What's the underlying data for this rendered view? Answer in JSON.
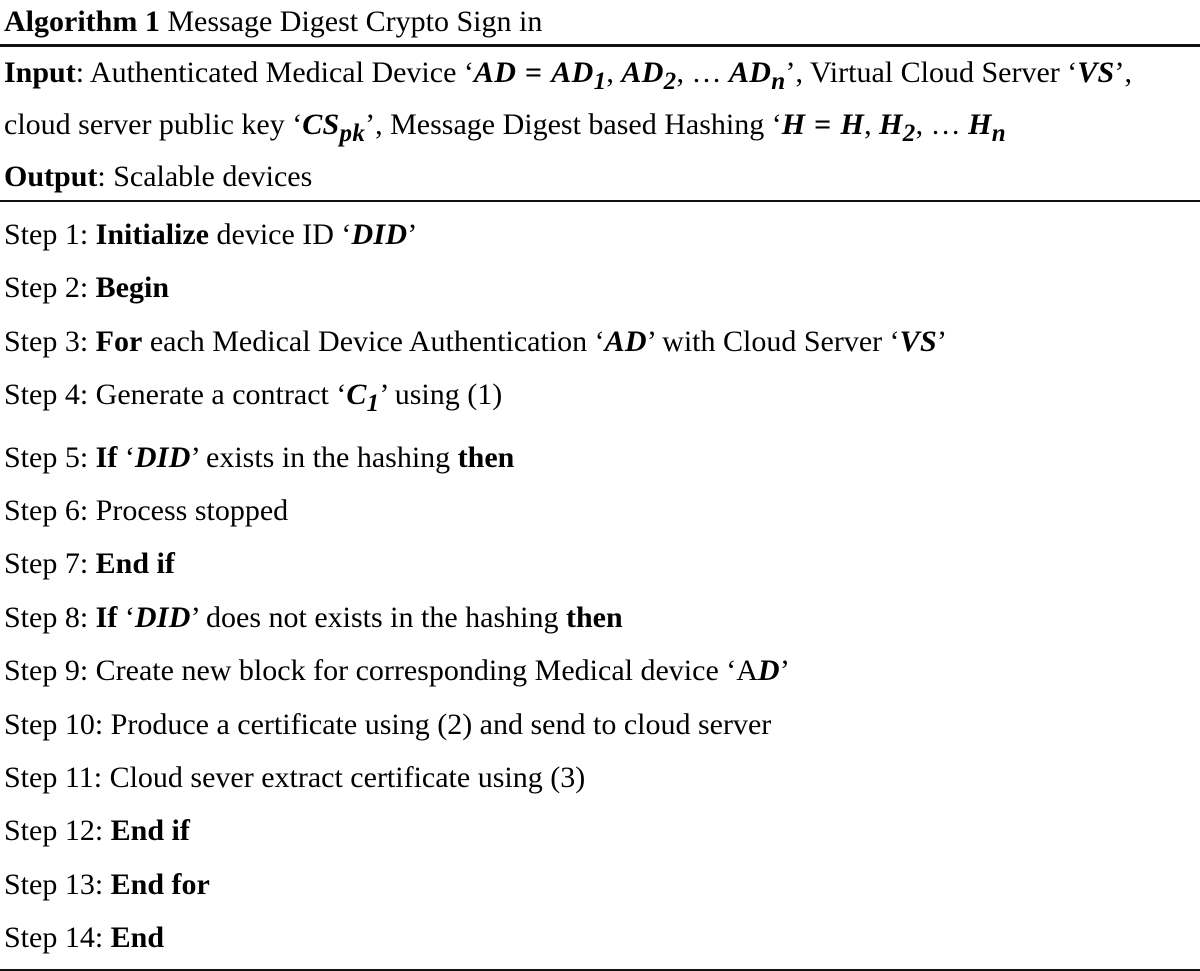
{
  "algorithm": {
    "label": "Algorithm 1",
    "title": "Message Digest Crypto Sign in",
    "io": {
      "input_label": "Input",
      "output_label": "Output",
      "input_line1_a": ": Authenticated Medical Device ‘",
      "input_var_ad": "AD",
      "input_eq": " = ",
      "input_ad1": "AD",
      "input_ad1_sub": "1",
      "input_ad2": "AD",
      "input_ad2_sub": "2",
      "input_adn": "AD",
      "input_adn_sub": "n",
      "input_line1_b": "’, Virtual Cloud Server ‘",
      "input_var_vs": "VS",
      "input_line1_c": "’,",
      "input_line2_a": "cloud server public key ‘",
      "input_var_cs": "CS",
      "input_var_cs_sub": "pk",
      "input_line2_b": "’, Message Digest based Hashing ‘",
      "input_var_h": "H",
      "input_h_eq": " =  ",
      "input_h1": "H",
      "input_h2": "H",
      "input_h2_sub": "2",
      "input_hn": "H",
      "input_hn_sub": "n",
      "output_text": ": Scalable devices"
    },
    "steps": [
      {
        "number": "Step 1:",
        "segments": [
          {
            "text": " Initialize",
            "style": "bold"
          },
          {
            "text": " device ID ‘",
            "style": "normal"
          },
          {
            "text": "DID",
            "style": "math"
          },
          {
            "text": "’",
            "style": "normal"
          }
        ]
      },
      {
        "number": "Step 2:",
        "segments": [
          {
            "text": " Begin",
            "style": "bold"
          }
        ]
      },
      {
        "number": "Step 3:",
        "segments": [
          {
            "text": " For",
            "style": "bold"
          },
          {
            "text": " each Medical Device Authentication ‘",
            "style": "normal"
          },
          {
            "text": "AD",
            "style": "math"
          },
          {
            "text": "’ with Cloud Server ‘",
            "style": "normal"
          },
          {
            "text": "VS",
            "style": "math"
          },
          {
            "text": "’",
            "style": "normal"
          }
        ]
      },
      {
        "number": "Step 4:",
        "segments": [
          {
            "text": " Generate a contract ‘",
            "style": "normal"
          },
          {
            "text": "C",
            "style": "math"
          },
          {
            "text": "1",
            "style": "math-sub"
          },
          {
            "text": "’ using (1)",
            "style": "normal"
          }
        ]
      },
      {
        "number": "Step 5:",
        "segments": [
          {
            "text": " If",
            "style": "bold"
          },
          {
            "text": " ‘",
            "style": "normal"
          },
          {
            "text": "DID",
            "style": "math"
          },
          {
            "text": "’ exists in the hashing ",
            "style": "normal"
          },
          {
            "text": "then",
            "style": "bold"
          }
        ]
      },
      {
        "number": "Step 6:",
        "segments": [
          {
            "text": " Process stopped",
            "style": "normal"
          }
        ]
      },
      {
        "number": "Step 7:",
        "segments": [
          {
            "text": " End if",
            "style": "bold"
          }
        ]
      },
      {
        "number": "Step 8:",
        "segments": [
          {
            "text": " If",
            "style": "bold"
          },
          {
            "text": " ‘",
            "style": "normal"
          },
          {
            "text": "DID",
            "style": "math"
          },
          {
            "text": "’ does not exists in the hashing ",
            "style": "normal"
          },
          {
            "text": "then",
            "style": "bold"
          }
        ]
      },
      {
        "number": "Step 9:",
        "segments": [
          {
            "text": " Create new block for corresponding Medical device ‘A",
            "style": "normal"
          },
          {
            "text": "D",
            "style": "math"
          },
          {
            "text": "’",
            "style": "normal"
          }
        ]
      },
      {
        "number": "Step 10:",
        "segments": [
          {
            "text": " Produce a certificate using (2) and send to cloud server",
            "style": "normal"
          }
        ]
      },
      {
        "number": "Step 11:",
        "segments": [
          {
            "text": " Cloud sever extract certificate using (3)",
            "style": "normal"
          }
        ]
      },
      {
        "number": "Step 12:",
        "segments": [
          {
            "text": " End if",
            "style": "bold"
          }
        ]
      },
      {
        "number": "Step 13:",
        "segments": [
          {
            "text": " End for",
            "style": "bold"
          }
        ]
      },
      {
        "number": "Step 14:",
        "segments": [
          {
            "text": " End",
            "style": "bold"
          }
        ]
      }
    ]
  },
  "colors": {
    "text": "#000000",
    "rule": "#111111",
    "background": "#ffffff"
  }
}
